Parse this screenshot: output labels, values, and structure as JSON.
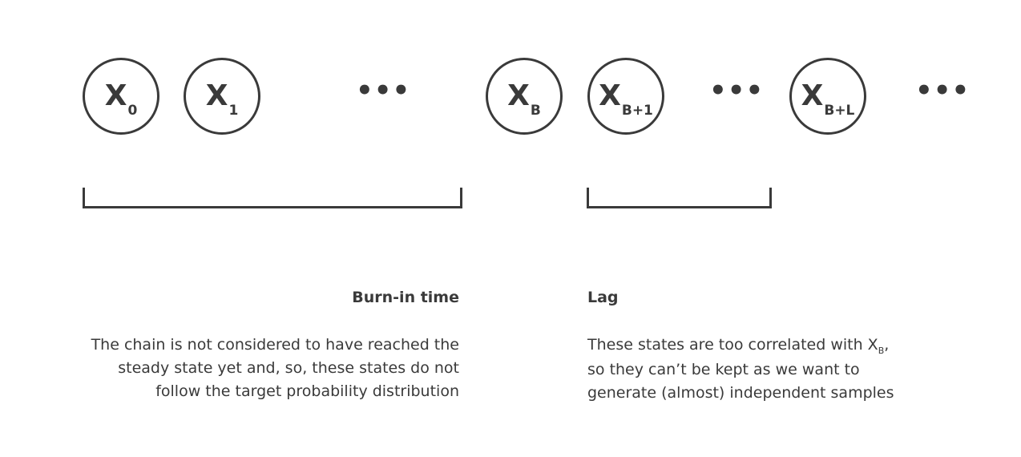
{
  "nodes": [
    {
      "symbol": "X",
      "subscript": "0"
    },
    {
      "symbol": "X",
      "subscript": "1"
    },
    {
      "symbol": "X",
      "subscript": "B"
    },
    {
      "symbol": "X",
      "subscript": "B+1"
    },
    {
      "symbol": "X",
      "subscript": "B+L"
    }
  ],
  "ellipsis": "•••",
  "burn_in": {
    "heading": "Burn-in time",
    "lines": [
      "The chain is not considered to have reached the",
      "steady state yet and, so, these states do not",
      "follow the target probability distribution"
    ]
  },
  "lag": {
    "heading": "Lag",
    "line1_text": "These states are too correlated with X",
    "line1_sub": "B",
    "line1_tail": ",",
    "line2": "so they can’t be kept as we want to",
    "line3": "generate (almost) independent samples"
  }
}
